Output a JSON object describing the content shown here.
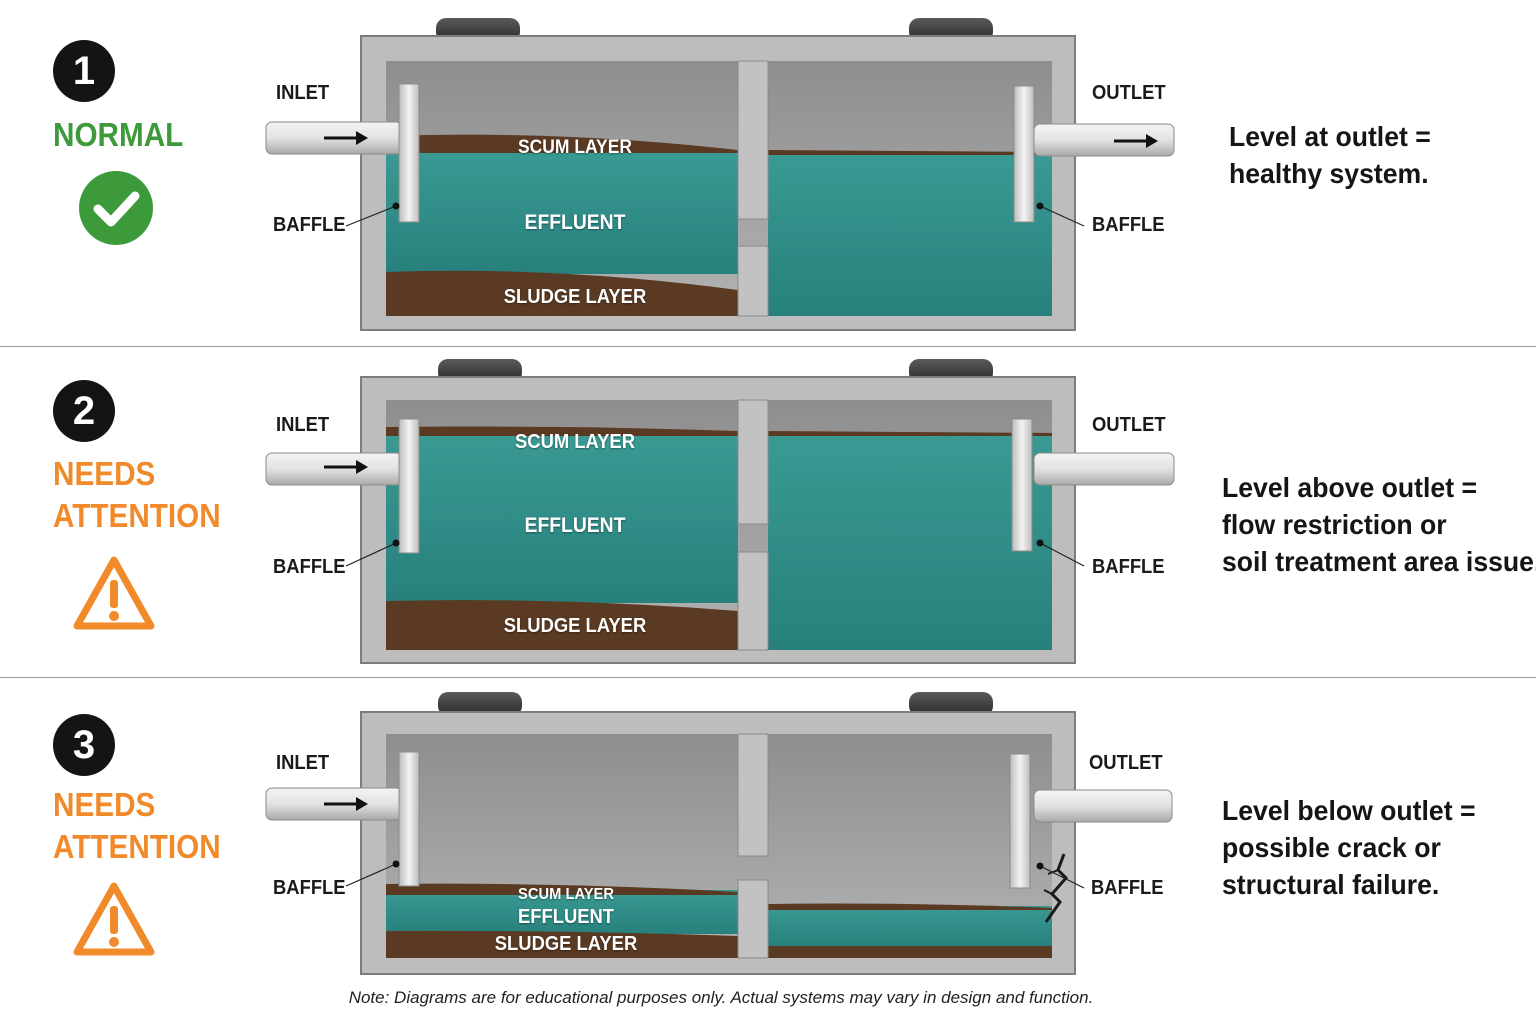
{
  "labels": {
    "inlet": "INLET",
    "outlet": "OUTLET",
    "baffle": "BAFFLE",
    "scum_layer": "SCUM LAYER",
    "effluent": "EFFLUENT",
    "sludge_layer": "SLUDGE LAYER"
  },
  "panels": [
    {
      "number": "1",
      "status_lines": [
        "NORMAL"
      ],
      "status_color": "#3c9a3a",
      "status_icon": "check-circle-icon",
      "description_lines": [
        "Level at outlet =",
        "healthy system."
      ]
    },
    {
      "number": "2",
      "status_lines": [
        "NEEDS",
        "ATTENTION"
      ],
      "status_color": "#f08a2a",
      "status_icon": "warning-triangle-icon",
      "description_lines": [
        "Level above outlet =",
        "flow restriction or",
        "soil treatment area issue."
      ]
    },
    {
      "number": "3",
      "status_lines": [
        "NEEDS",
        "ATTENTION"
      ],
      "status_color": "#f08a2a",
      "status_icon": "warning-triangle-icon",
      "description_lines": [
        "Level below outlet =",
        "possible crack or",
        "structural failure."
      ]
    }
  ],
  "colors": {
    "effluent": "#2f8f8a",
    "sludge": "#5a3a22",
    "concrete": "#b9b9b9",
    "normal": "#3c9a3a",
    "attention": "#f08a2a"
  },
  "footnote": "Note: Diagrams are for educational purposes only. Actual systems may vary in design and function."
}
